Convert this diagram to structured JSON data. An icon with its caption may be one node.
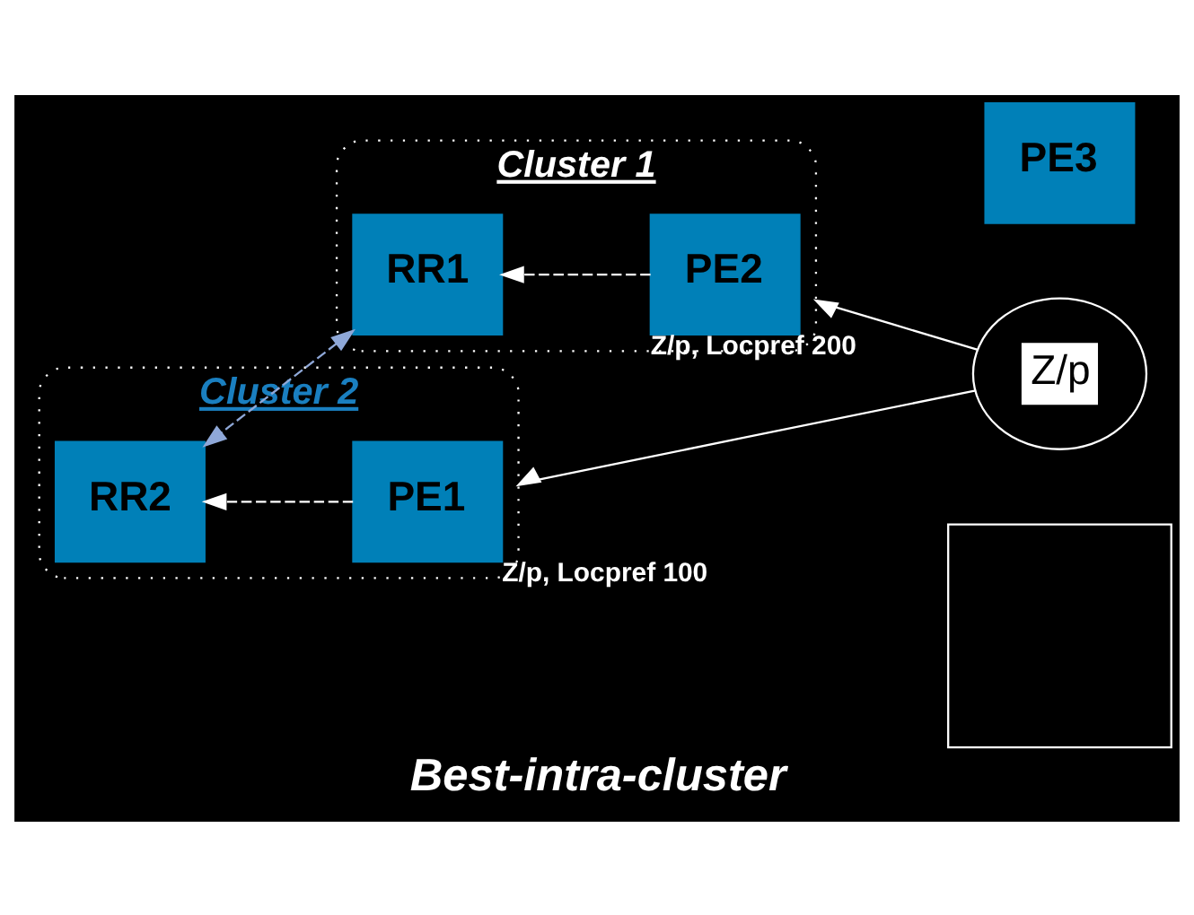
{
  "diagram": {
    "caption": "Best-intra-cluster",
    "nodes": [
      {
        "text": [],
        "shape": "box"
      },
      {
        "text": [
          "Cluster 1"
        ]
      },
      {
        "text": [
          "RR1"
        ],
        "in": 1
      },
      {
        "text": [
          "PE2"
        ],
        "in": 1,
        "beside": [
          "Z/p, Locpref 200"
        ]
      },
      {
        "text": [
          "Cluster 2"
        ]
      },
      {
        "text": [
          "RR2"
        ],
        "in": 4
      },
      {
        "text": [
          "PE1"
        ],
        "in": 4,
        "beside": [
          "Z/p, Locpref 100"
        ]
      },
      {
        "text": [
          "PE3"
        ]
      },
      {
        "text": [
          "Z/p"
        ]
      }
    ],
    "edges": [
      {
        "from": 3,
        "to": 2,
        "arrow": "to",
        "style": "dashed"
      },
      {
        "from": 2,
        "to": 5,
        "arrow": "both",
        "style": "dashed",
        "color": "#8fa8d8"
      },
      {
        "from": 6,
        "to": 5,
        "arrow": "to",
        "style": "dashed"
      },
      {
        "from": 8,
        "to": 1,
        "arrow": "to"
      },
      {
        "from": 8,
        "to": 4,
        "arrow": "to"
      }
    ]
  }
}
